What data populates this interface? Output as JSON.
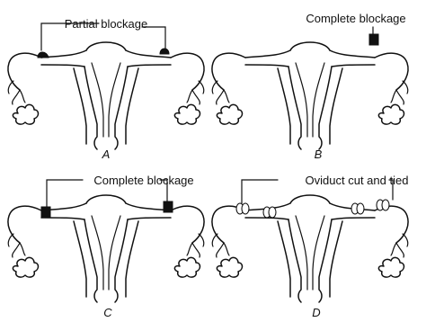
{
  "figure": {
    "panels": [
      {
        "id": "A",
        "label": "A",
        "callout": "Partial blockage",
        "blockage": "partial"
      },
      {
        "id": "B",
        "label": "B",
        "callout": "Complete blockage",
        "blockage": "complete-right"
      },
      {
        "id": "C",
        "label": "C",
        "callout": "Complete blockage",
        "blockage": "complete-both"
      },
      {
        "id": "D",
        "label": "D",
        "callout": "Oviduct cut and tied",
        "blockage": "cut-tied"
      }
    ],
    "colors": {
      "ink": "#111111",
      "background": "#ffffff"
    }
  }
}
